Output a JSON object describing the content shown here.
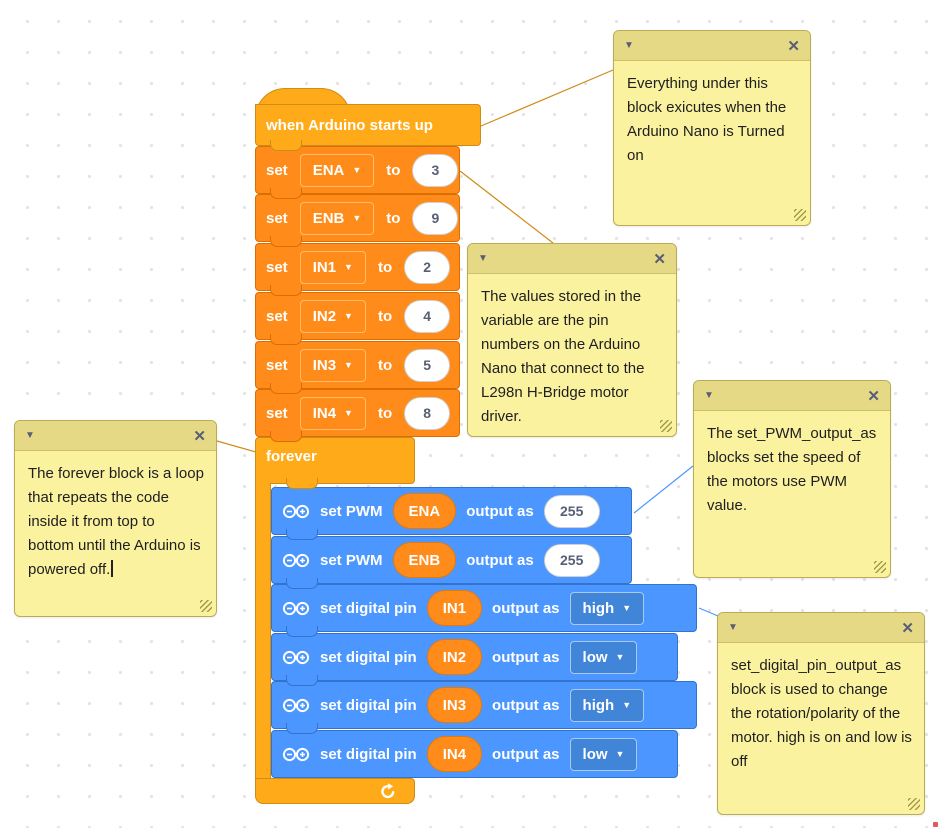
{
  "ui": {
    "dropdown_arrow": "▼",
    "comment_collapse_icon": "▼",
    "comment_close_icon": "✕"
  },
  "colors": {
    "events_control_fill": "#FFAB19",
    "events_control_border": "#CF8B17",
    "variables_fill": "#FF8C1A",
    "variables_border": "#DB6E00",
    "arduino_fill": "#4C97FF",
    "arduino_border": "#3373CC",
    "dropdown_fill": "#4185D8",
    "comment_body": "#FBF2A0",
    "comment_header": "#E6D985",
    "comment_border": "#B9AC55",
    "value_text": "#575E75"
  },
  "script": {
    "hat_label": "when Arduino starts up",
    "set_blocks": [
      {
        "keyword": "set",
        "variable": "ENA",
        "to_label": "to",
        "value": "3"
      },
      {
        "keyword": "set",
        "variable": "ENB",
        "to_label": "to",
        "value": "9"
      },
      {
        "keyword": "set",
        "variable": "IN1",
        "to_label": "to",
        "value": "2"
      },
      {
        "keyword": "set",
        "variable": "IN2",
        "to_label": "to",
        "value": "4"
      },
      {
        "keyword": "set",
        "variable": "IN3",
        "to_label": "to",
        "value": "5"
      },
      {
        "keyword": "set",
        "variable": "IN4",
        "to_label": "to",
        "value": "8"
      }
    ],
    "forever_label": "forever",
    "pwm_blocks": [
      {
        "prefix": "set PWM",
        "variable": "ENA",
        "suffix": "output as",
        "value": "255"
      },
      {
        "prefix": "set PWM",
        "variable": "ENB",
        "suffix": "output as",
        "value": "255"
      }
    ],
    "digital_blocks": [
      {
        "prefix": "set digital pin",
        "variable": "IN1",
        "suffix": "output as",
        "value": "high"
      },
      {
        "prefix": "set digital pin",
        "variable": "IN2",
        "suffix": "output as",
        "value": "low"
      },
      {
        "prefix": "set digital pin",
        "variable": "IN3",
        "suffix": "output as",
        "value": "high"
      },
      {
        "prefix": "set digital pin",
        "variable": "IN4",
        "suffix": "output as",
        "value": "low"
      }
    ]
  },
  "comments": [
    {
      "text": "Everything under this block exicutes when the Arduino Nano is Turned on"
    },
    {
      "text": "The values stored in the variable are the pin numbers on the Arduino Nano that connect to the L298n H-Bridge motor driver."
    },
    {
      "text": "The set_PWM_output_as blocks set the speed of the motors use PWM value."
    },
    {
      "text": "set_digital_pin_output_as block is used to change the rotation/polarity of the motor. high is on and low is off"
    },
    {
      "text": "The forever block is a loop that repeats the code inside it from top to bottom until the Arduino is powered off."
    }
  ]
}
